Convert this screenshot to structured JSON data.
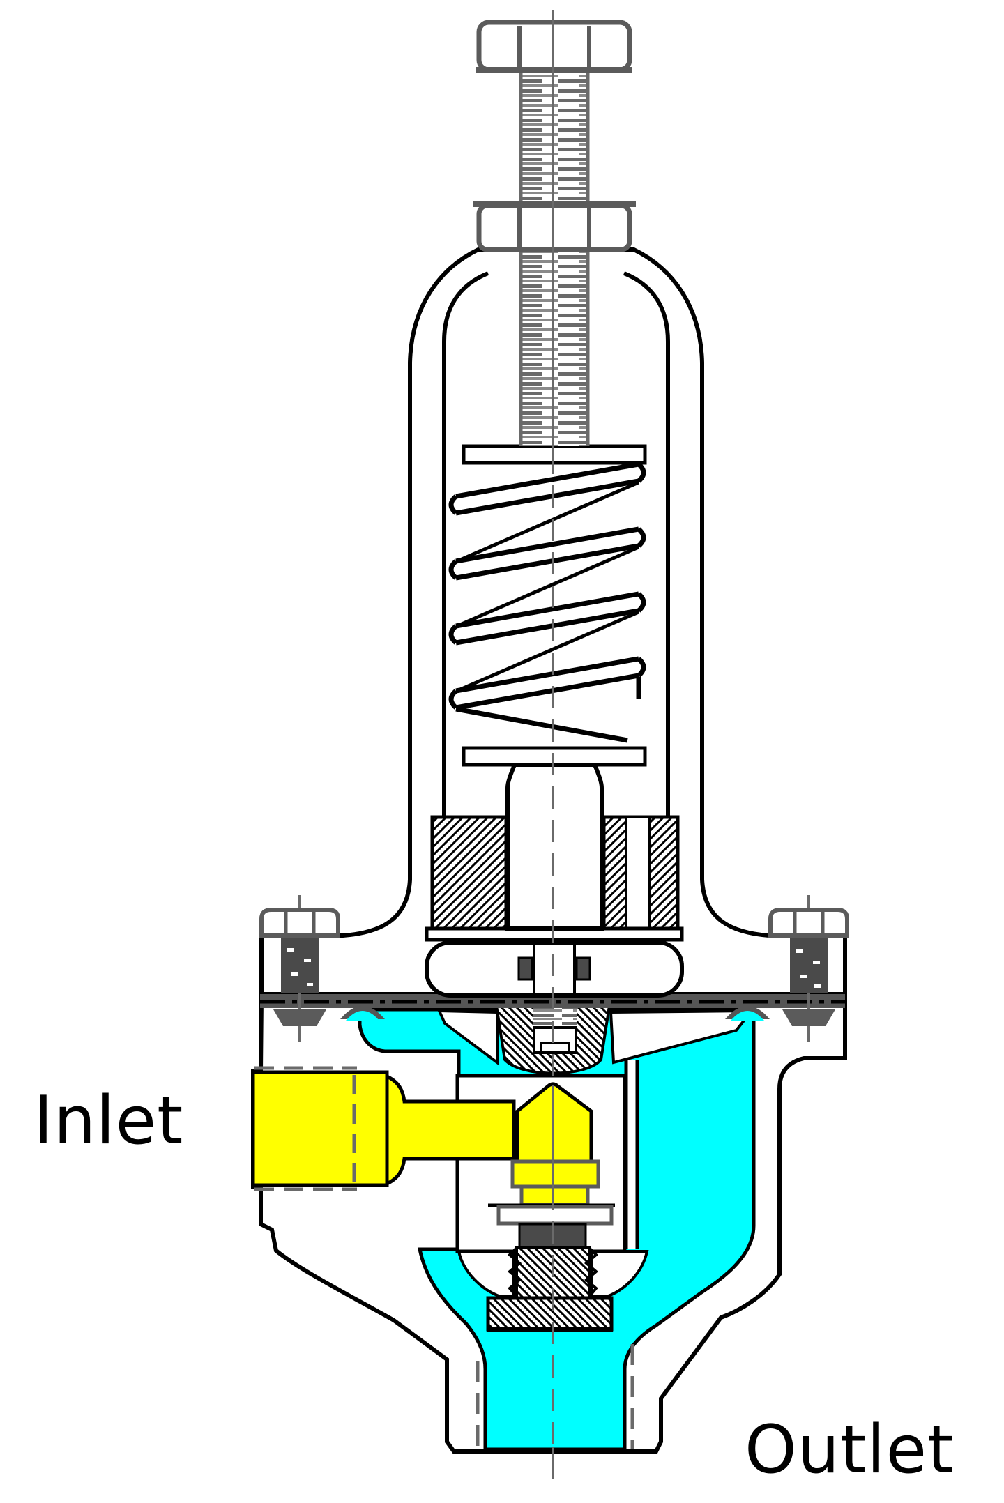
{
  "diagram": {
    "type": "cross-section",
    "subject": "pressure regulator valve",
    "labels": {
      "inlet": "Inlet",
      "outlet": "Outlet"
    },
    "colors": {
      "inlet": "#FFFF00",
      "outlet": "#00FFFF",
      "diaphragm": "#555555",
      "steel_gray": "#5B5B5B",
      "dark_gray": "#4A4A4A",
      "centerline_gray": "#6A6A6A",
      "outline": "#000000"
    },
    "components": [
      "adjusting-screw",
      "lock-nut",
      "spring-bonnet",
      "range-spring",
      "spring-button",
      "guide-bushing",
      "diaphragm-plate",
      "diaphragm",
      "flange-bolt",
      "valve-body",
      "valve-poppet",
      "valve-seat",
      "bottom-plug",
      "inlet-passage",
      "outlet-passage"
    ]
  }
}
